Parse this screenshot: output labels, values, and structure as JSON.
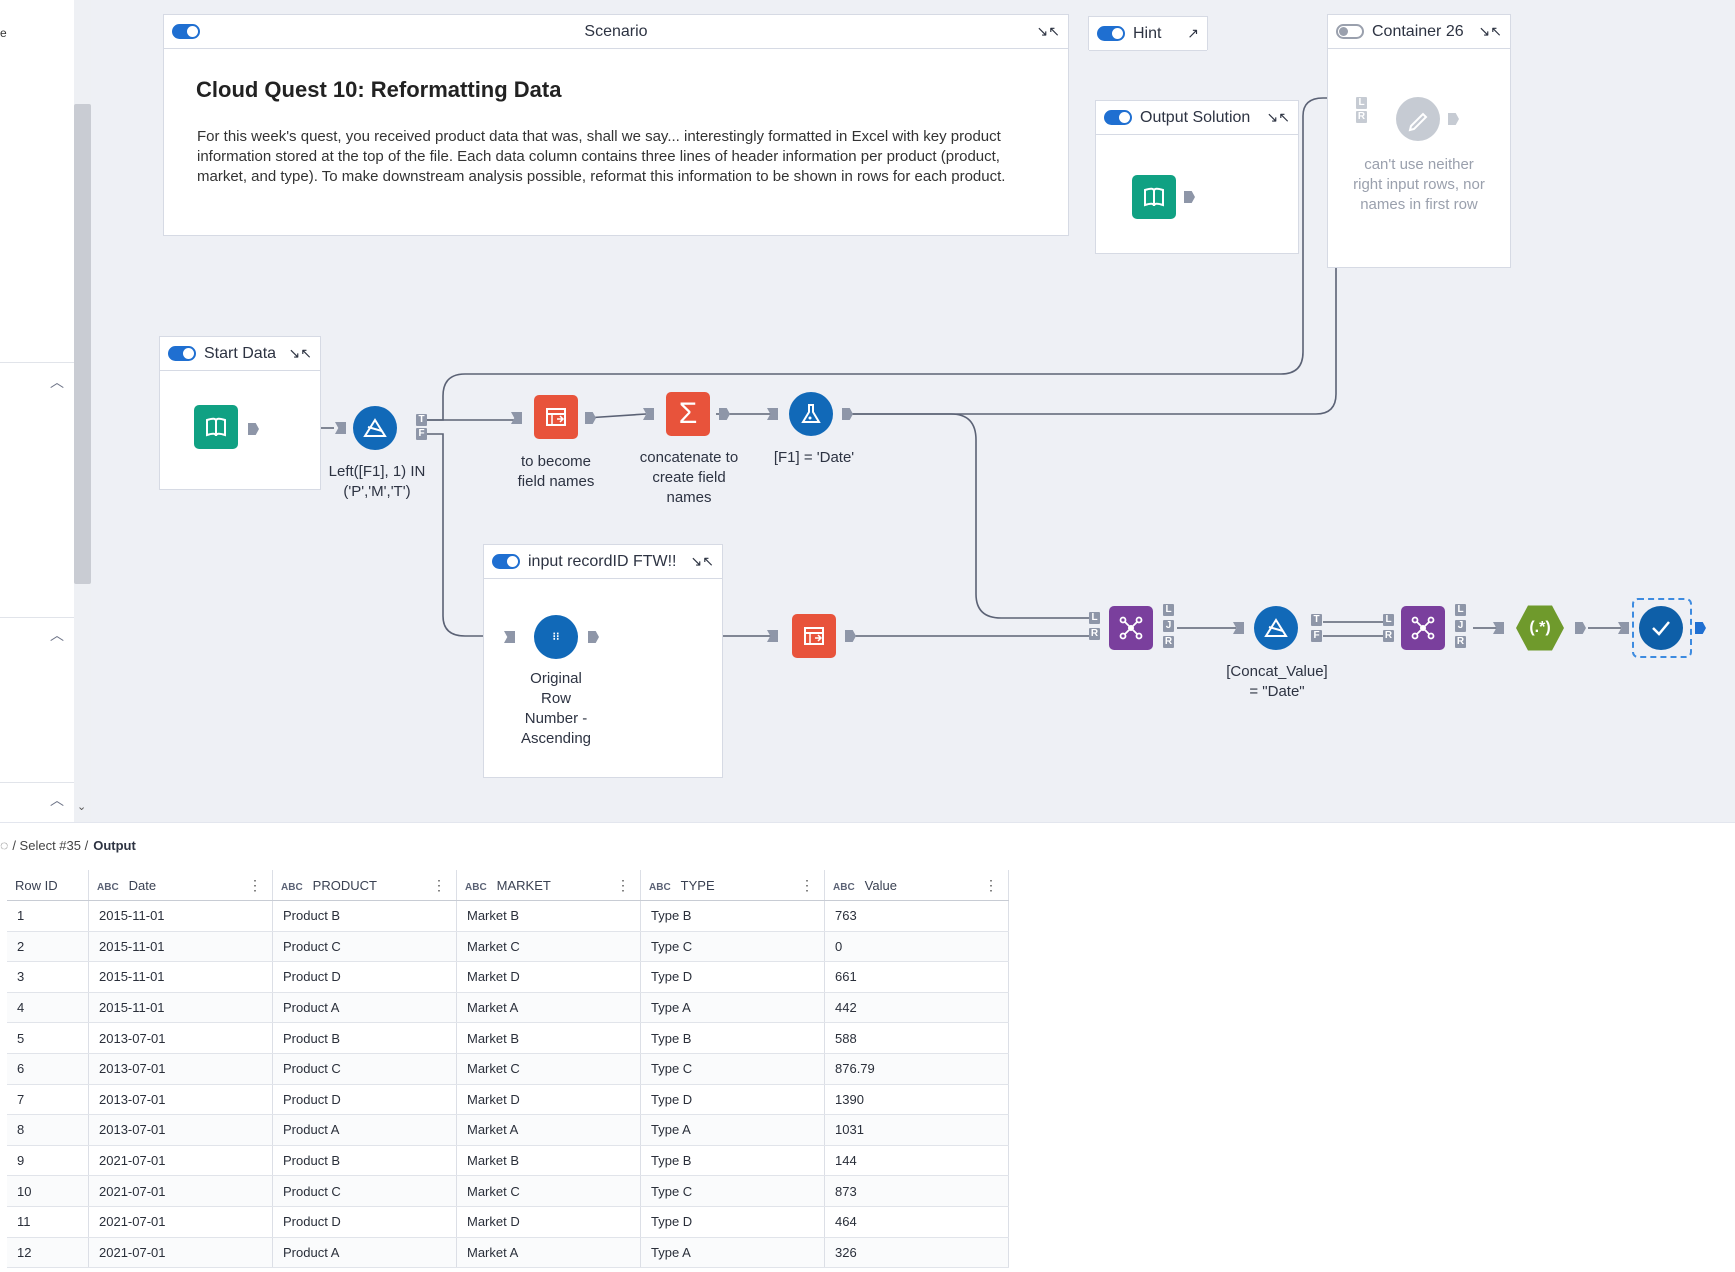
{
  "sidebar": {
    "text_fragment": "e"
  },
  "containers": {
    "scenario": {
      "title": "Scenario",
      "heading": "Cloud Quest 10: Reformatting Data",
      "description": "For this week's quest, you received product data that was, shall we say... interestingly formatted in Excel with key product information stored at the top of the file. Each data column contains three lines of header information per product (product, market, and type). To make downstream analysis possible, reformat this information to be shown in rows for each product."
    },
    "hint": {
      "title": "Hint"
    },
    "output_solution": {
      "title": "Output Solution"
    },
    "container26": {
      "title": "Container 26",
      "note": "can't use neither right input rows, nor names in first row"
    },
    "start_data": {
      "title": "Start Data"
    },
    "input_record": {
      "title": "input recordID FTW!!"
    }
  },
  "tool_labels": {
    "filter1": "Left([F1], 1) IN ('P','M','T')",
    "select1": "to become field names",
    "summarize": "concatenate to create field names",
    "formula": "[F1] = 'Date'",
    "recordid": "Original Row Number - Ascending",
    "filter2": "[Concat_Value] = \"Date\""
  },
  "anchor_letters": {
    "T": "T",
    "F": "F",
    "L": "L",
    "R": "R",
    "J": "J"
  },
  "path": {
    "prefix": "/ Select #35 /",
    "current": "Output"
  },
  "table": {
    "columns": [
      {
        "name": "Row ID",
        "type": ""
      },
      {
        "name": "Date",
        "type": "ABC"
      },
      {
        "name": "PRODUCT",
        "type": "ABC"
      },
      {
        "name": "MARKET",
        "type": "ABC"
      },
      {
        "name": "TYPE",
        "type": "ABC"
      },
      {
        "name": "Value",
        "type": "ABC"
      }
    ],
    "rows": [
      [
        "1",
        "2015-11-01",
        "Product B",
        "Market B",
        "Type B",
        "763"
      ],
      [
        "2",
        "2015-11-01",
        "Product C",
        "Market C",
        "Type C",
        "0"
      ],
      [
        "3",
        "2015-11-01",
        "Product D",
        "Market D",
        "Type D",
        "661"
      ],
      [
        "4",
        "2015-11-01",
        "Product A",
        "Market A",
        "Type A",
        "442"
      ],
      [
        "5",
        "2013-07-01",
        "Product B",
        "Market B",
        "Type B",
        "588"
      ],
      [
        "6",
        "2013-07-01",
        "Product C",
        "Market C",
        "Type C",
        "876.79"
      ],
      [
        "7",
        "2013-07-01",
        "Product D",
        "Market D",
        "Type D",
        "1390"
      ],
      [
        "8",
        "2013-07-01",
        "Product A",
        "Market A",
        "Type A",
        "1031"
      ],
      [
        "9",
        "2021-07-01",
        "Product B",
        "Market B",
        "Type B",
        "144"
      ],
      [
        "10",
        "2021-07-01",
        "Product C",
        "Market C",
        "Type C",
        "873"
      ],
      [
        "11",
        "2021-07-01",
        "Product D",
        "Market D",
        "Type D",
        "464"
      ],
      [
        "12",
        "2021-07-01",
        "Product A",
        "Market A",
        "Type A",
        "326"
      ]
    ]
  },
  "colors": {
    "accent": "#1f6fd1",
    "book": "#10a183",
    "orange": "#e8533b",
    "purple": "#7a3f9d",
    "hex": "#6f9a2c",
    "tool_blue": "#1169b8"
  }
}
